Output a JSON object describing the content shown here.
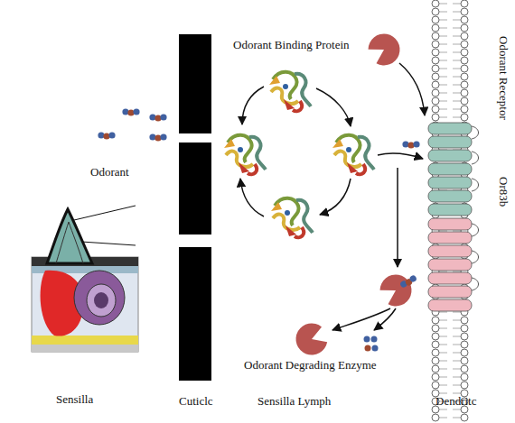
{
  "diagram": {
    "labels": [
      "Odorant Binding Protein",
      "Odorant",
      "Sensilla",
      "Cuticlc",
      "Sensilla Lymph",
      "Odorant Degrading Enzyme",
      "Dendritc",
      "Or83b",
      "Odorant Receptor"
    ]
  }
}
